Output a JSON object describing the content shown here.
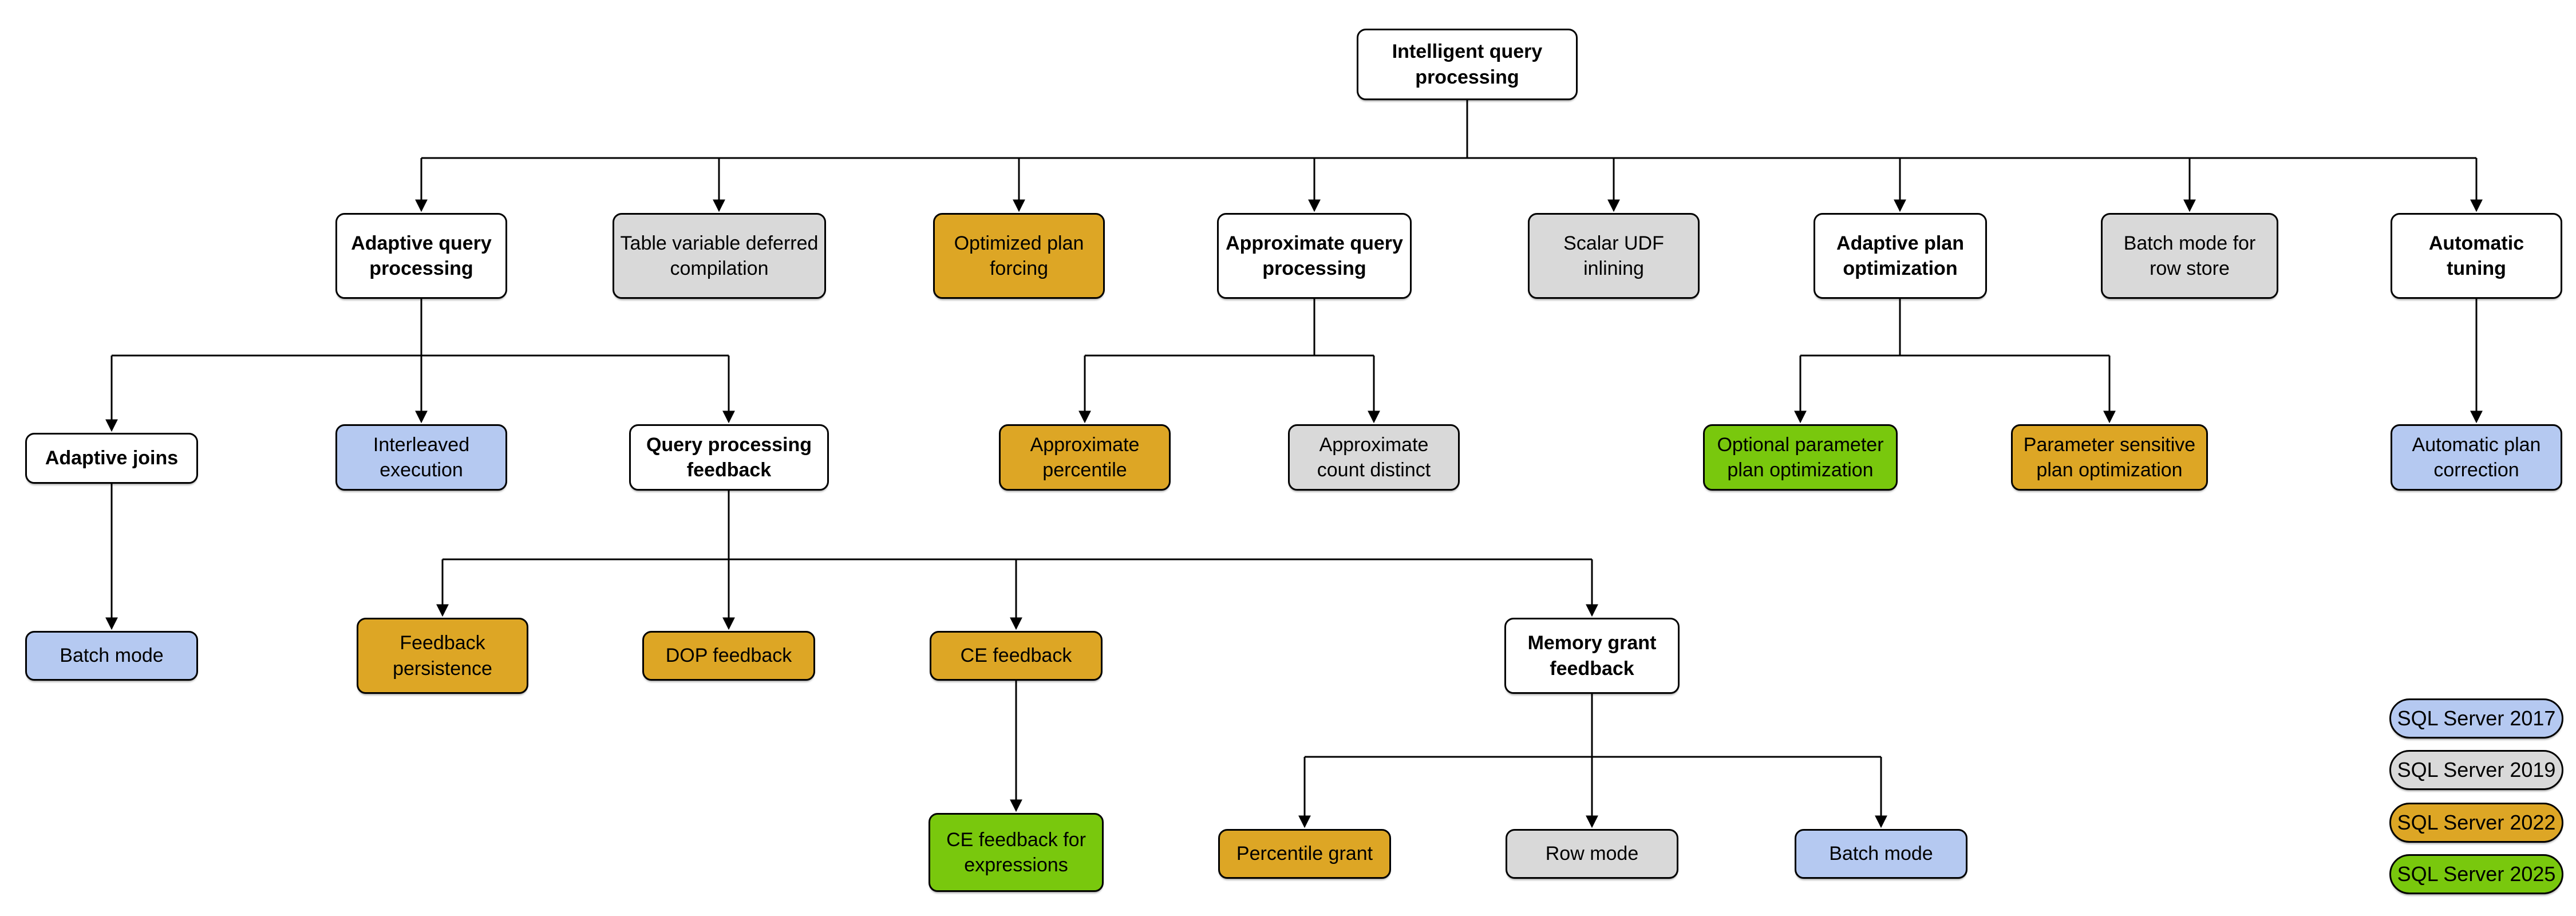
{
  "colors": {
    "sql2017": "#b5c9f1",
    "sql2019": "#d9d9d9",
    "sql2022": "#dda625",
    "sql2025": "#79c80d",
    "category_fill": "#ffffff",
    "connector": "#000000",
    "border": "#000000"
  },
  "nodes": {
    "intelligent_query_processing": {
      "label": "Intelligent query processing",
      "version": "category"
    },
    "adaptive_query_processing": {
      "label": "Adaptive query processing",
      "version": "category"
    },
    "table_variable_deferred_compilation": {
      "label": "Table variable deferred compilation",
      "version": "SQL Server 2019"
    },
    "optimized_plan_forcing": {
      "label": "Optimized plan forcing",
      "version": "SQL Server 2022"
    },
    "approximate_query_processing": {
      "label": "Approximate query processing",
      "version": "category"
    },
    "scalar_udf_inlining": {
      "label": "Scalar UDF inlining",
      "version": "SQL Server 2019"
    },
    "adaptive_plan_optimization": {
      "label": "Adaptive plan optimization",
      "version": "category"
    },
    "batch_mode_for_row_store": {
      "label": "Batch mode for row store",
      "version": "SQL Server 2019"
    },
    "automatic_tuning": {
      "label": "Automatic tuning",
      "version": "category"
    },
    "adaptive_joins": {
      "label": "Adaptive joins",
      "version": "category"
    },
    "interleaved_execution": {
      "label": "Interleaved execution",
      "version": "SQL Server 2017"
    },
    "query_processing_feedback": {
      "label": "Query processing feedback",
      "version": "category"
    },
    "approximate_percentile": {
      "label": "Approximate percentile",
      "version": "SQL Server 2022"
    },
    "approximate_count_distinct": {
      "label": "Approximate count distinct",
      "version": "SQL Server 2019"
    },
    "optional_parameter_plan_optimization": {
      "label": "Optional parameter plan optimization",
      "version": "SQL Server 2025"
    },
    "parameter_sensitive_plan_optimization": {
      "label": "Parameter sensitive plan optimization",
      "version": "SQL Server 2022"
    },
    "automatic_plan_correction": {
      "label": "Automatic plan correction",
      "version": "SQL Server 2017"
    },
    "batch_mode_adaptive_joins": {
      "label": "Batch mode",
      "version": "SQL Server 2017"
    },
    "feedback_persistence": {
      "label": "Feedback persistence",
      "version": "SQL Server 2022"
    },
    "dop_feedback": {
      "label": "DOP feedback",
      "version": "SQL Server 2022"
    },
    "ce_feedback": {
      "label": "CE feedback",
      "version": "SQL Server 2022"
    },
    "memory_grant_feedback": {
      "label": "Memory grant feedback",
      "version": "category"
    },
    "ce_feedback_for_expressions": {
      "label": "CE feedback for expressions",
      "version": "SQL Server 2025"
    },
    "percentile_grant": {
      "label": "Percentile grant",
      "version": "SQL Server 2022"
    },
    "row_mode": {
      "label": "Row mode",
      "version": "SQL Server 2019"
    },
    "batch_mode_memory_grant": {
      "label": "Batch mode",
      "version": "SQL Server 2017"
    }
  },
  "legend": {
    "items": [
      {
        "label": "SQL Server 2017",
        "color": "#b5c9f1"
      },
      {
        "label": "SQL Server 2019",
        "color": "#d9d9d9"
      },
      {
        "label": "SQL Server 2022",
        "color": "#dda625"
      },
      {
        "label": "SQL Server 2025",
        "color": "#79c80d"
      }
    ]
  }
}
